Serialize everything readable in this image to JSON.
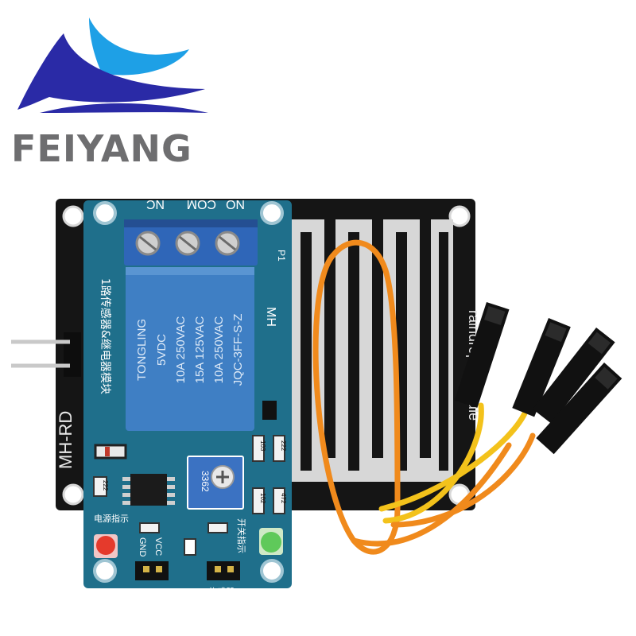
{
  "brand": {
    "name": "FEIYANG",
    "logo_colors": {
      "dark_blue": "#2a2aa6",
      "light_blue": "#1ea0e6",
      "text_gray": "#6e6e70"
    }
  },
  "relay_module": {
    "terminal_labels": {
      "nc": "NC",
      "com": "COM",
      "no": "NO"
    },
    "relay": {
      "brand": "TONGLING",
      "voltage": "5VDC",
      "rating_1": "10A 250VAC",
      "rating_2": "15A 125VAC",
      "rating_3": "10A 250VAC",
      "model": "JQC-3FF-S-Z"
    },
    "board_side_label": "1路传感器&继电器模块",
    "board_label_mh": "MH",
    "board_label_p1": "P1",
    "pot_code": "3362",
    "pin_labels": {
      "vcc": "VCC",
      "gnd": "GND"
    },
    "power_led_label": "电源指示",
    "signal_label": "开关指示",
    "sensor_label": "传感器",
    "resistor_codes": [
      "103",
      "222",
      "102",
      "472",
      "222"
    ],
    "colors": {
      "pcb_blue": "#1f6f8b",
      "relay_blue": "#3f7fc4",
      "terminal_blue": "#2f66b8"
    }
  },
  "rain_sensor": {
    "label": "raindrops module",
    "brand_label": "MH-RD",
    "colors": {
      "pcb_black": "#151515",
      "trace_silver": "#d7d7d7"
    }
  },
  "wires": {
    "colors": {
      "orange": "#f08a1c",
      "yellow": "#f3c21b"
    }
  }
}
